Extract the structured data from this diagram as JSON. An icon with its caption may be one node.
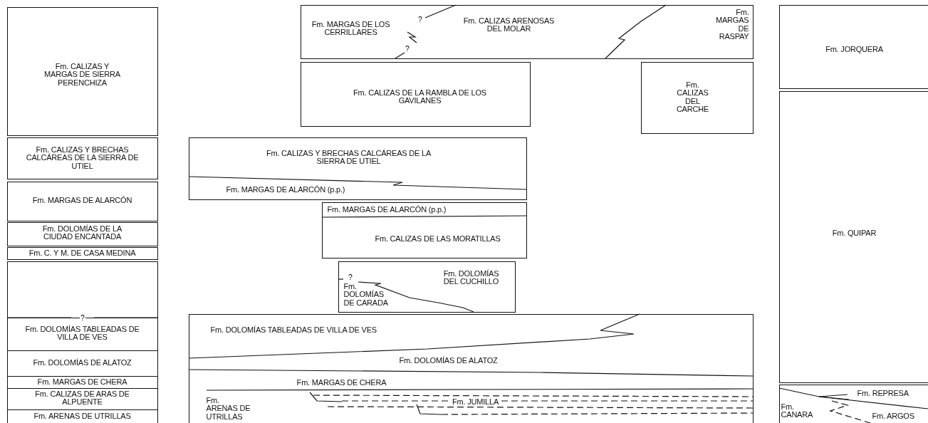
{
  "diagram": {
    "nodes": [
      {
        "text": [
          "Fm. CALIZAS Y MARGAS DE SIERRA PERENCHIZA"
        ]
      },
      {
        "text": [
          "Fm. CALIZAS Y BRECHAS CALCÁREAS DE LA SIERRA DE UTIEL"
        ]
      },
      {
        "text": [
          "Fm. MARGAS DE ALARCÓN"
        ]
      },
      {
        "text": [
          "Fm. DOLOMÍAS DE LA CIUDAD ENCANTADA"
        ]
      },
      {
        "text": [
          "Fm. C. Y M. DE CASA MEDINA"
        ]
      },
      {
        "text": [],
        "shape": "box"
      },
      {
        "text": [
          "Fm. DOLOMÍAS TABLEADAS DE VILLA DE VES"
        ]
      },
      {
        "text": [
          "Fm. DOLOMÍAS DE ALATOZ"
        ]
      },
      {
        "text": [
          "Fm. MARGAS DE CHERA"
        ]
      },
      {
        "text": [
          "Fm. CALIZAS DE ARAS DE ALPUENTE"
        ]
      },
      {
        "text": [
          "Fm. ARENAS DE UTRILLAS"
        ]
      },
      {
        "text": [
          "Fm. MARGAS DE LOS CERRILLARES",
          "Fm. CALIZAS ARENOSAS DEL MOLAR",
          "Fm. MARGAS DE RASPAY"
        ]
      },
      {
        "text": [
          "Fm. CALIZAS DE LA RAMBLA DE LOS GAVILANES"
        ]
      },
      {
        "text": [
          "Fm. CALIZAS DEL CARCHE"
        ]
      },
      {
        "text": [
          "Fm. CALIZAS Y BRECHAS CALCÁREAS DE LA SIERRA DE UTIEL",
          "Fm. MARGAS DE ALARCÓN (p.p.)"
        ]
      },
      {
        "text": [
          "Fm. MARGAS DE ALARCÓN (p.p.)",
          "Fm. CALIZAS DE LAS MORATILLAS"
        ]
      },
      {
        "text": [
          "Fm. DOLOMÍAS DEL CUCHILLO",
          "Fm. DOLOMÍAS DE CARADA"
        ]
      },
      {
        "text": [
          "Fm. DOLOMÍAS TABLEADAS DE VILLA DE VES",
          "Fm. DOLOMÍAS DE ALATOZ",
          "Fm. MARGAS DE CHERA",
          "Fm. ARENAS DE UTRILLAS",
          "Fm. JUMILLA"
        ]
      },
      {
        "text": [
          "Fm. JORQUERA"
        ]
      },
      {
        "text": [
          "Fm. QUIPAR"
        ]
      },
      {
        "text": [
          "Fm. REPRESA",
          "Fm. CANARA",
          "Fm. ARGOS"
        ]
      }
    ],
    "labels": [
      "?",
      "?",
      "?",
      "?"
    ]
  }
}
